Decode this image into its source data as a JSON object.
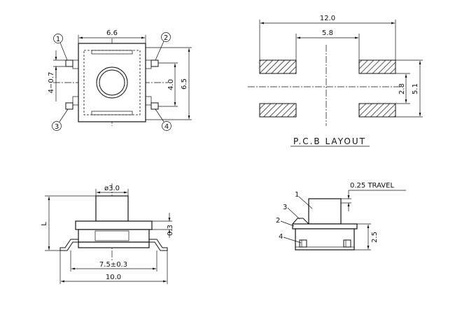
{
  "top_view": {
    "dim_width": "6.6",
    "dim_inner_height": "4.0",
    "dim_outer_height": "6.5",
    "dim_pins": "4−0.7",
    "pin_labels": [
      "1",
      "2",
      "3",
      "4"
    ]
  },
  "pcb_layout": {
    "title": "P.C.B  LAYOUT",
    "dim_total_width": "12.0",
    "dim_inner_width": "5.8",
    "dim_pad_gap": "2.8",
    "dim_total_height": "5.1"
  },
  "front_view": {
    "dim_stem": "ø3.0",
    "dim_height_symbol": "L",
    "dim_base": "0.3",
    "dim_pin_span": "7.5±0.3",
    "dim_total_width": "10.0"
  },
  "section_view": {
    "travel_label": "0.25  TRAVEL",
    "dim_height": "2.5",
    "part_labels": [
      "1",
      "2",
      "3",
      "4"
    ]
  }
}
